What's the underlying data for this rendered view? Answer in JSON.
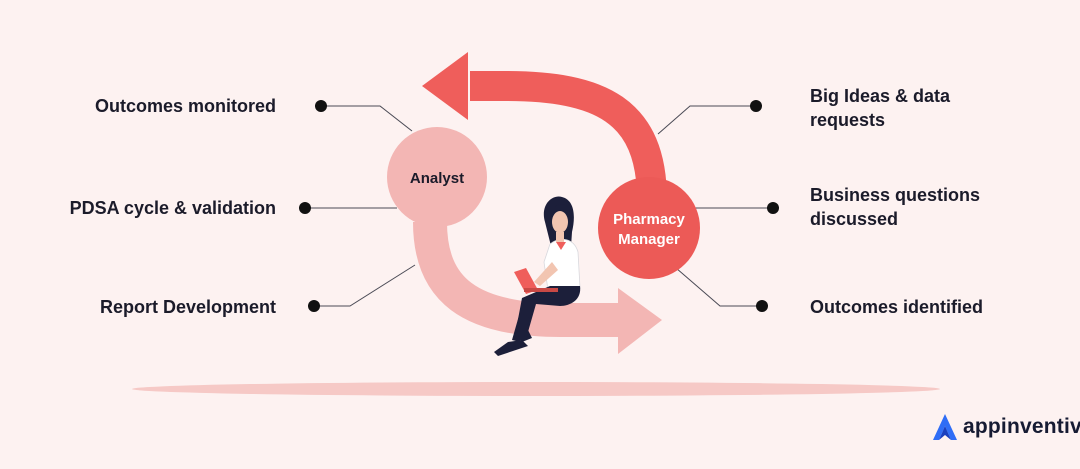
{
  "nodes": {
    "analyst": "Analyst",
    "pharmacy_manager": [
      "Pharmacy",
      "Manager"
    ]
  },
  "left_steps": [
    "Outcomes monitored",
    "PDSA cycle & validation",
    "Report Development"
  ],
  "right_steps": [
    [
      "Big Ideas & data",
      "requests"
    ],
    [
      "Business questions",
      "discussed"
    ],
    [
      "Outcomes identified"
    ]
  ],
  "brand": {
    "name": "appinventiv"
  },
  "colors": {
    "background": "#fdf2f1",
    "arrow_top": "#ef5e5b",
    "arrow_bottom": "#f3b6b4",
    "analyst_circle": "#f3b6b4",
    "manager_circle": "#ec5a57",
    "text": "#1b1b2a",
    "brand_blue": "#2f6df6"
  },
  "icons": [
    "laptop-woman-illustration",
    "appinventiv-logo-icon"
  ]
}
